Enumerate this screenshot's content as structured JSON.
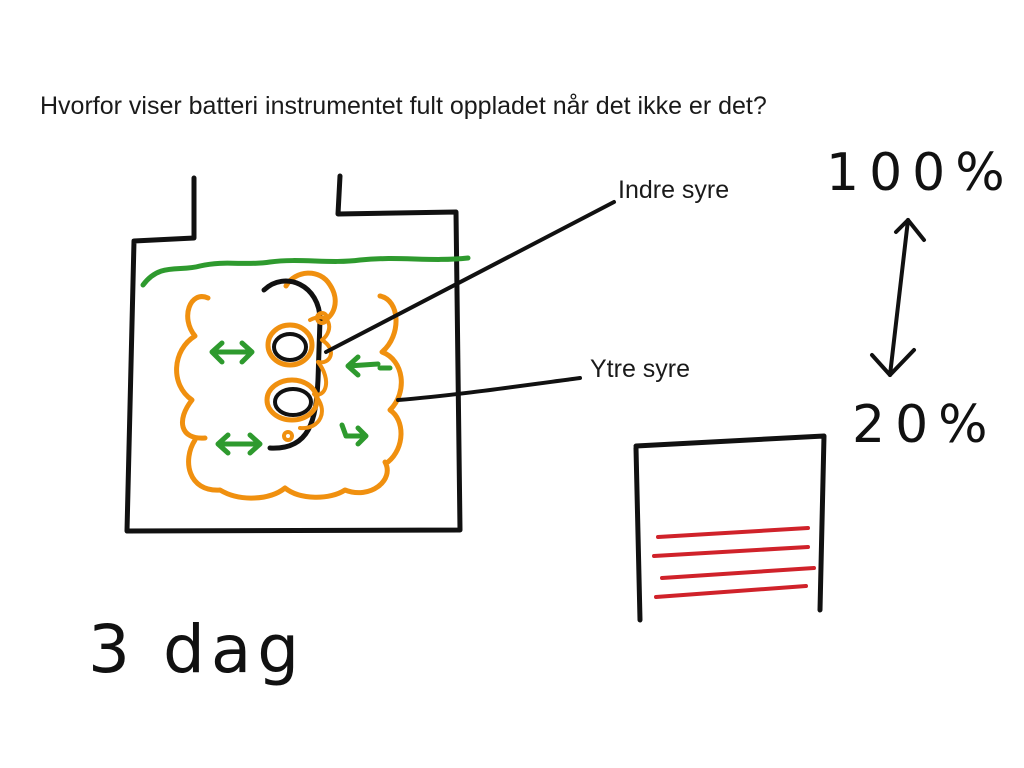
{
  "question": "Hvorfor viser batteri instrumentet fult oppladet når det ikke er det?",
  "labels": {
    "inner_acid": "Indre syre",
    "outer_acid": "Ytre syre"
  },
  "handwritten": {
    "top_percent": "100%",
    "bottom_percent": "20%",
    "days": "3 dag"
  },
  "colors": {
    "ink": "#111111",
    "acid_level": "#2e9a2e",
    "diffusion_arrows": "#2e9a2e",
    "acid_cloud": "#f0900f",
    "gauge_lines": "#d0222a"
  }
}
